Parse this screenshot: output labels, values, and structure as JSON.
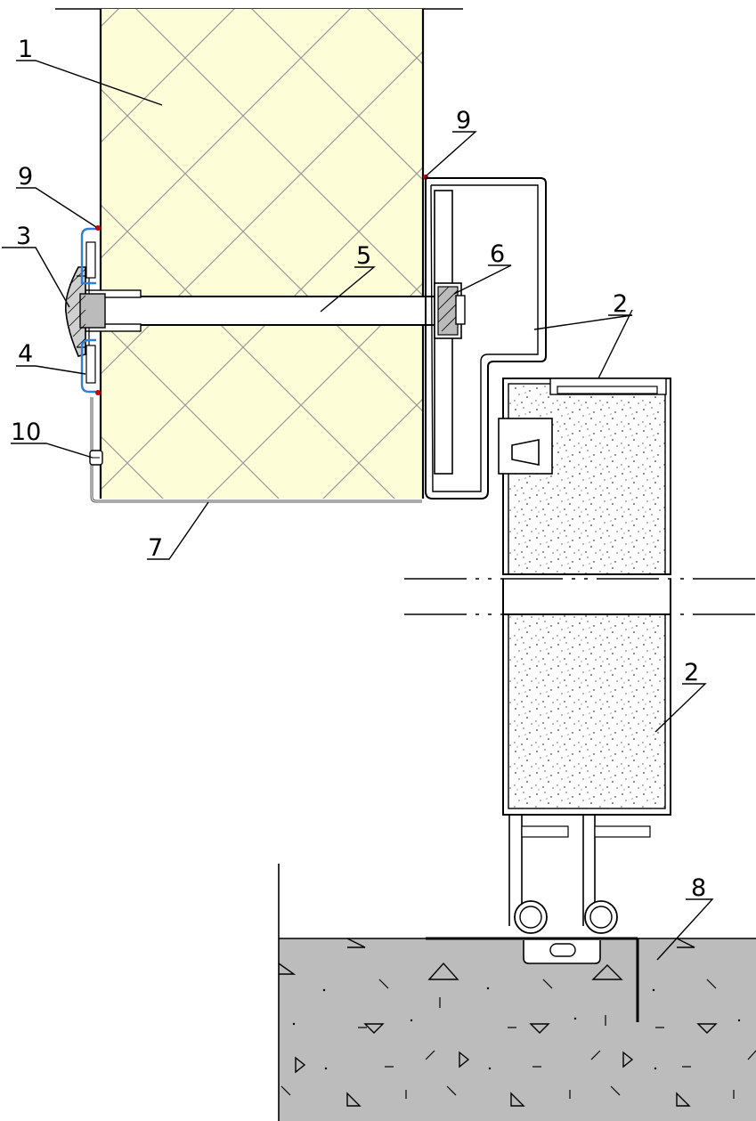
{
  "callouts": {
    "c1": "1",
    "c2a": "2",
    "c2b": "2",
    "c3": "3",
    "c4": "4",
    "c5": "5",
    "c6": "6",
    "c7": "7",
    "c8": "8",
    "c9a": "9",
    "c9b": "9",
    "c10": "10"
  },
  "colors": {
    "insulation_fill": "#fdfdd8",
    "concrete_fill": "#bcbcbc",
    "seal_blue": "#2f7fd8",
    "seal_point_red": "#cc0000",
    "outline": "#000000",
    "hatch": "#999999"
  }
}
